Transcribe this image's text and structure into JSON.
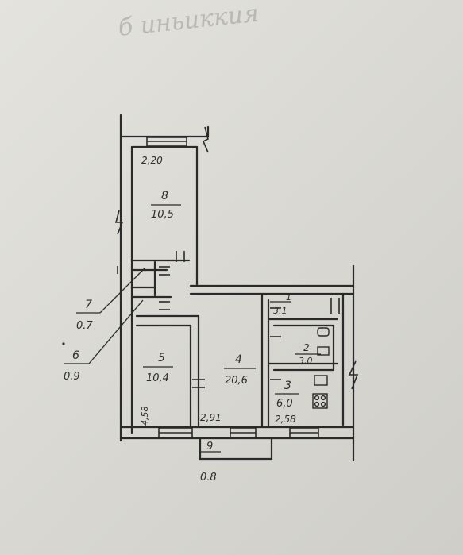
{
  "faint_header": "б иньиккия",
  "rooms": [
    {
      "number": "8",
      "area": "10,5"
    },
    {
      "number": "7",
      "area": "0.7"
    },
    {
      "number": "6",
      "area": "0.9"
    },
    {
      "number": "5",
      "area": "10,4"
    },
    {
      "number": "4",
      "area": "20,6"
    },
    {
      "number": "1",
      "area": "3,1"
    },
    {
      "number": "2",
      "area": "3,0"
    },
    {
      "number": "3",
      "area": "6,0"
    },
    {
      "number": "9",
      "area": "0.8"
    }
  ],
  "dimensions": {
    "top_width": "2,20",
    "room5_height": "4,58",
    "room4_width": "2,91",
    "room3_width": "2,58"
  }
}
